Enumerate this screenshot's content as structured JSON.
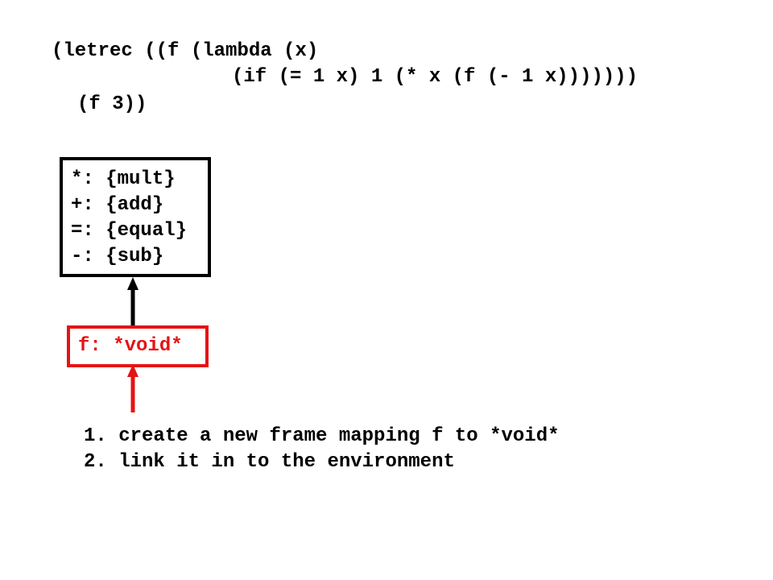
{
  "code": {
    "line1": "(letrec ((f (lambda (x)",
    "line2": "(if (= 1 x) 1 (* x (f (- 1 x)))))))",
    "line3": "(f 3))"
  },
  "global_frame": {
    "entries": [
      "*: {mult}",
      "+: {add}",
      "=: {equal}",
      "-: {sub}"
    ]
  },
  "new_frame": {
    "entry": "f: *void*"
  },
  "steps": [
    "1. create a new frame mapping f to *void*",
    "2. link it in to the environment"
  ],
  "colors": {
    "text": "#000000",
    "new_frame": "#e41414",
    "background": "#ffffff"
  }
}
